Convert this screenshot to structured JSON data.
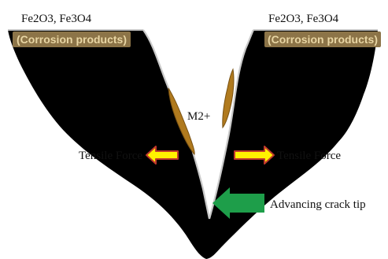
{
  "labels": {
    "oxide_left": "Fe2O3, Fe3O4",
    "oxide_right": "Fe2O3, Fe3O4",
    "products_left": "(Corrosion products)",
    "products_right": "(Corrosion products)",
    "ion": "M2+",
    "tensile_left": "Tensile Force",
    "tensile_right": "Tensile Force",
    "crack_tip": "Advancing crack tip"
  },
  "colors": {
    "metal": "#000000",
    "crack_edge": "#c9c9c9",
    "corrosion_product": "#b07a1e",
    "corrosion_product_dark": "#7a5212",
    "label_box": "#8c7448",
    "tensile_arrow_fill": "#fff200",
    "tensile_arrow_stroke": "#c0392b",
    "crack_arrow": "#1e9e4a"
  },
  "icons": {
    "tensile_left": "arrow-left-icon",
    "tensile_right": "arrow-right-icon",
    "crack_tip": "arrow-left-icon"
  }
}
